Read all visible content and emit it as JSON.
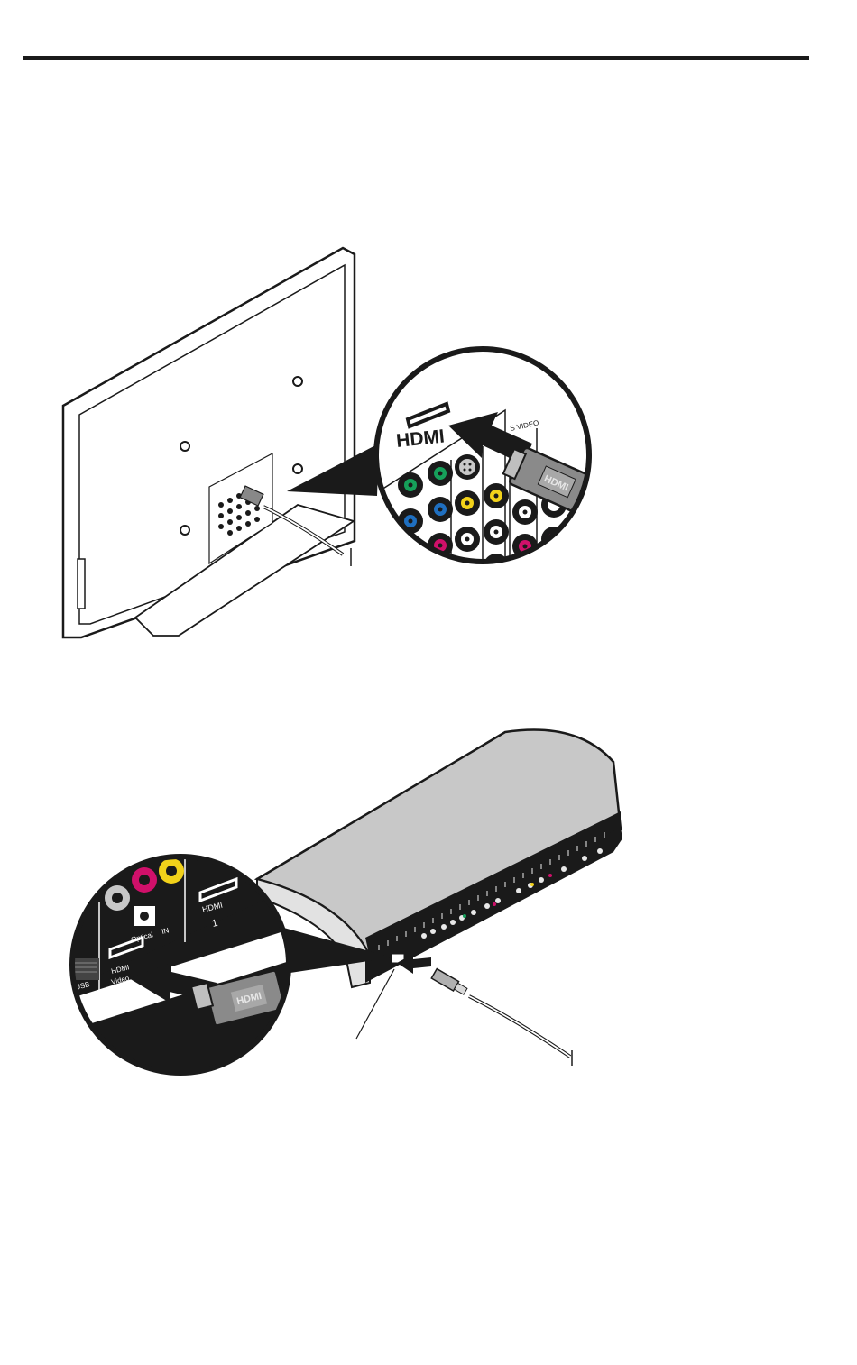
{
  "colors": {
    "ink": "#1a1a1a",
    "panel_gray": "#c8c8c8",
    "jack_green": "#16a05a",
    "jack_blue": "#1f6fc0",
    "jack_red": "#d0106a",
    "jack_yellow": "#f2d21a"
  },
  "figure_tv": {
    "hdmi_logo": "HDMI",
    "svideo_label": "S VIDEO",
    "plug_logo": "HDMI"
  },
  "figure_console": {
    "hdmi_video_label_1": "HDMI",
    "hdmi_video_label_2": "Video",
    "optical_label": "Optical",
    "in_label": "IN",
    "hdmi_in_label": "HDMI",
    "hdmi_in_number": "1",
    "usb_label": "USB",
    "plug_logo": "HDMI"
  }
}
